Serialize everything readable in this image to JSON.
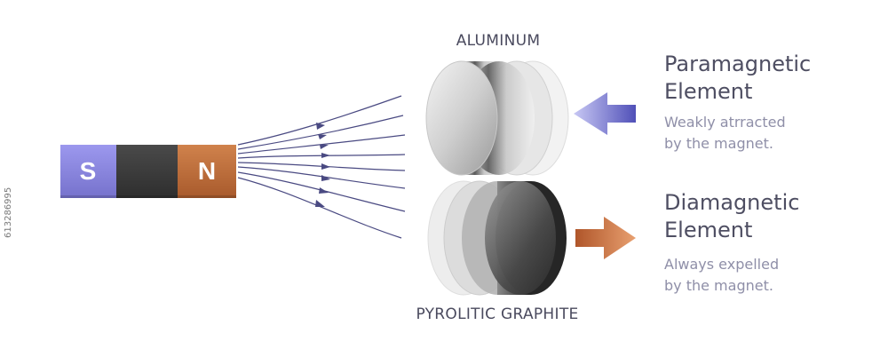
{
  "labels": {
    "top_material": "ALUMINUM",
    "bottom_material": "PYROLITIC GRAPHITE"
  },
  "paramagnetic": {
    "title_line1": "Paramagnetic",
    "title_line2": "Element",
    "desc_line1": "Weakly atrracted",
    "desc_line2": "by the magnet."
  },
  "diamagnetic": {
    "title_line1": "Diamagnetic",
    "title_line2": "Element",
    "desc_line1": "Always expelled",
    "desc_line2": "by the magnet."
  },
  "magnet": {
    "south_label": "S",
    "north_label": "N"
  },
  "watermark": "613286995",
  "colors": {
    "south": "#8a86e0",
    "middle": "#3c3c3c",
    "north": "#c0703e",
    "field_line": "#4a4a82",
    "arrow_attract": "#6a6ad0",
    "arrow_expel": "#c06a32",
    "text_dark": "#4e4e62",
    "text_light": "#8f8fa8"
  }
}
